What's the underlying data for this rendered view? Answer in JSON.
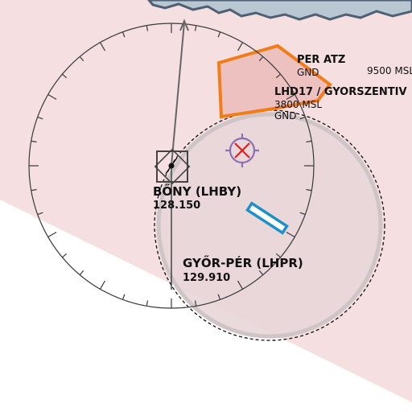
{
  "map": {
    "colors": {
      "airspace_fill": "#f5dfe0",
      "blank_area": "#ffffff",
      "atz_border": "#f07d19",
      "atz_fill": "#eec1c1",
      "water_edge": "#4e6074",
      "water_fill": "#b9c7d3",
      "compass_line": "#3a3a3a",
      "runway_outline": "#1e90c8",
      "target_circle": "#8a6fb6",
      "target_cross": "#e02020"
    },
    "icons": {
      "airport": "airport-square-icon",
      "target": "crosshair-target-icon",
      "runway": "runway-icon"
    },
    "airspaces": {
      "per_atz": {
        "name": "PER ATZ",
        "lower": "GND"
      },
      "lhd17": {
        "name": "LHD17 / GYORSZENTIV",
        "upper": "3800 MSL",
        "lower": "GND"
      },
      "altitude_right": "9500 MSL"
    },
    "airports": {
      "bony": {
        "name": "BŐNY (LHBY)",
        "frequency": "128.150"
      },
      "gyor_per": {
        "name": "GYŐR-PÉR (LHPR)",
        "frequency": "129.910"
      }
    }
  }
}
